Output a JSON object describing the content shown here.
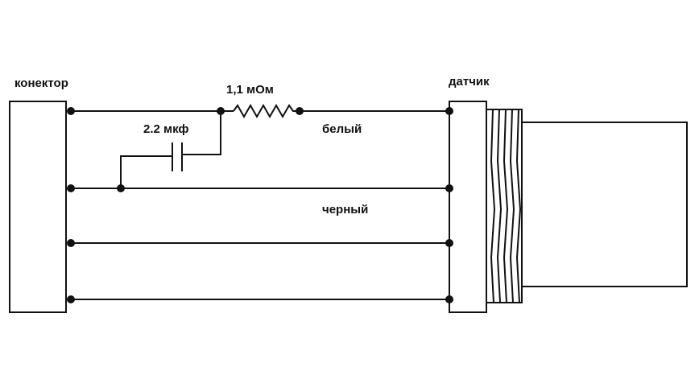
{
  "labels": {
    "connector": "конектор",
    "sensor": "датчик",
    "resistor": "1,1 мОм",
    "capacitor": "2.2  мкф",
    "white_wire": "белый",
    "black_wire": "черный"
  }
}
